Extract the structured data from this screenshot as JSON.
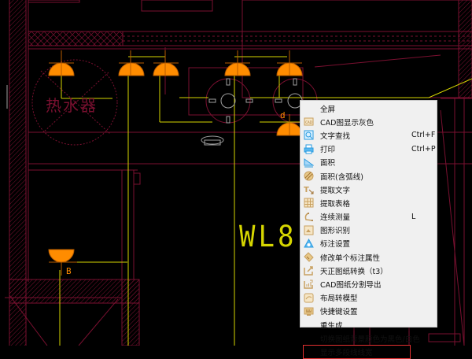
{
  "drawing": {
    "circuit_label": "WL8",
    "room_label": "热水器",
    "lamp_tag_b": "B",
    "lamp_tag_d": "d",
    "colors": {
      "background": "#000000",
      "wall": "#7a1030",
      "wire": "#d6d600",
      "lamp": "#ff8c00",
      "fixture": "#a0a0a0"
    }
  },
  "context_menu": {
    "highlight_color": "#e23030",
    "items": [
      {
        "label": "全屏",
        "icon": "none",
        "shortcut": ""
      },
      {
        "label": "CAD图显示灰色",
        "icon": "cad-gray-icon",
        "shortcut": ""
      },
      {
        "label": "文字查找",
        "icon": "text-search-icon",
        "shortcut": "Ctrl+F"
      },
      {
        "label": "打印",
        "icon": "printer-icon",
        "shortcut": "Ctrl+P"
      },
      {
        "label": "面积",
        "icon": "area-icon",
        "shortcut": ""
      },
      {
        "label": "面积(含弧线)",
        "icon": "area-arc-icon",
        "shortcut": ""
      },
      {
        "label": "提取文字",
        "icon": "extract-text-icon",
        "shortcut": ""
      },
      {
        "label": "提取表格",
        "icon": "extract-table-icon",
        "shortcut": ""
      },
      {
        "label": "连续测量",
        "icon": "continuous-measure-icon",
        "shortcut": "L"
      },
      {
        "label": "图形识别",
        "icon": "shape-recognition-icon",
        "shortcut": ""
      },
      {
        "label": "标注设置",
        "icon": "annotation-settings-icon",
        "shortcut": ""
      },
      {
        "label": "修改单个标注属性",
        "icon": "edit-annotation-icon",
        "shortcut": ""
      },
      {
        "label": "天正图纸转换（t3）",
        "icon": "tangent-convert-icon",
        "shortcut": ""
      },
      {
        "label": "CAD图纸分割导出",
        "icon": "split-export-icon",
        "shortcut": ""
      },
      {
        "label": "布局转模型",
        "icon": "layout-to-model-icon",
        "shortcut": ""
      },
      {
        "label": "快捷键设置",
        "icon": "shortcut-settings-icon",
        "shortcut": ""
      },
      {
        "label": "重生成",
        "icon": "none",
        "shortcut": ""
      },
      {
        "label": "切换图纸背景颜色为黑色/白色",
        "icon": "none",
        "shortcut": ""
      },
      {
        "label": "显示多段线线宽",
        "icon": "none",
        "shortcut": "",
        "highlighted": true
      }
    ]
  }
}
